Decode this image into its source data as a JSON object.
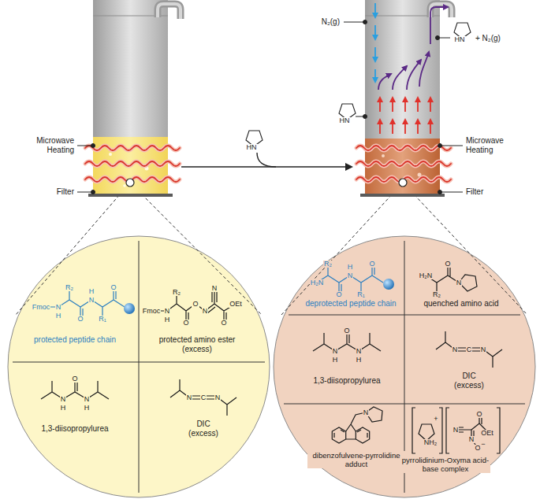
{
  "diagram": {
    "labels": [
      "Microwave Heating",
      "Filter",
      "HN",
      "N₂(g)",
      "HN",
      "+ N₂(g)",
      "HN",
      "Microwave Heating",
      "Filter",
      "Fmoc",
      "N",
      "H",
      "R₂",
      "O",
      "N",
      "H",
      "R₁",
      "O",
      "protected peptide chain",
      "Fmoc",
      "N",
      "H",
      "R₂",
      "O",
      "O",
      "N",
      "N",
      "O",
      "OEt",
      "protected amino ester (excess)",
      "O",
      "N",
      "H",
      "N",
      "H",
      "1,3-diisopropylurea",
      "N",
      "C",
      "N",
      "DIC (excess)",
      "H₂N",
      "R₂",
      "O",
      "N",
      "H",
      "R₁",
      "O",
      "deprotected peptide chain",
      "H₂N",
      "R₂",
      "O",
      "N",
      "quenched amino acid",
      "O",
      "N",
      "H",
      "N",
      "H",
      "1,3-diisopropylurea",
      "N",
      "C",
      "N",
      "DIC (excess)",
      "N",
      "dibenzofulvene-pyrrolidine adduct",
      "NH₂",
      "+",
      "N",
      "O",
      "OEt",
      "N",
      "O",
      "−",
      "pyrrolidinium-Oxyma acid-base complex"
    ]
  }
}
